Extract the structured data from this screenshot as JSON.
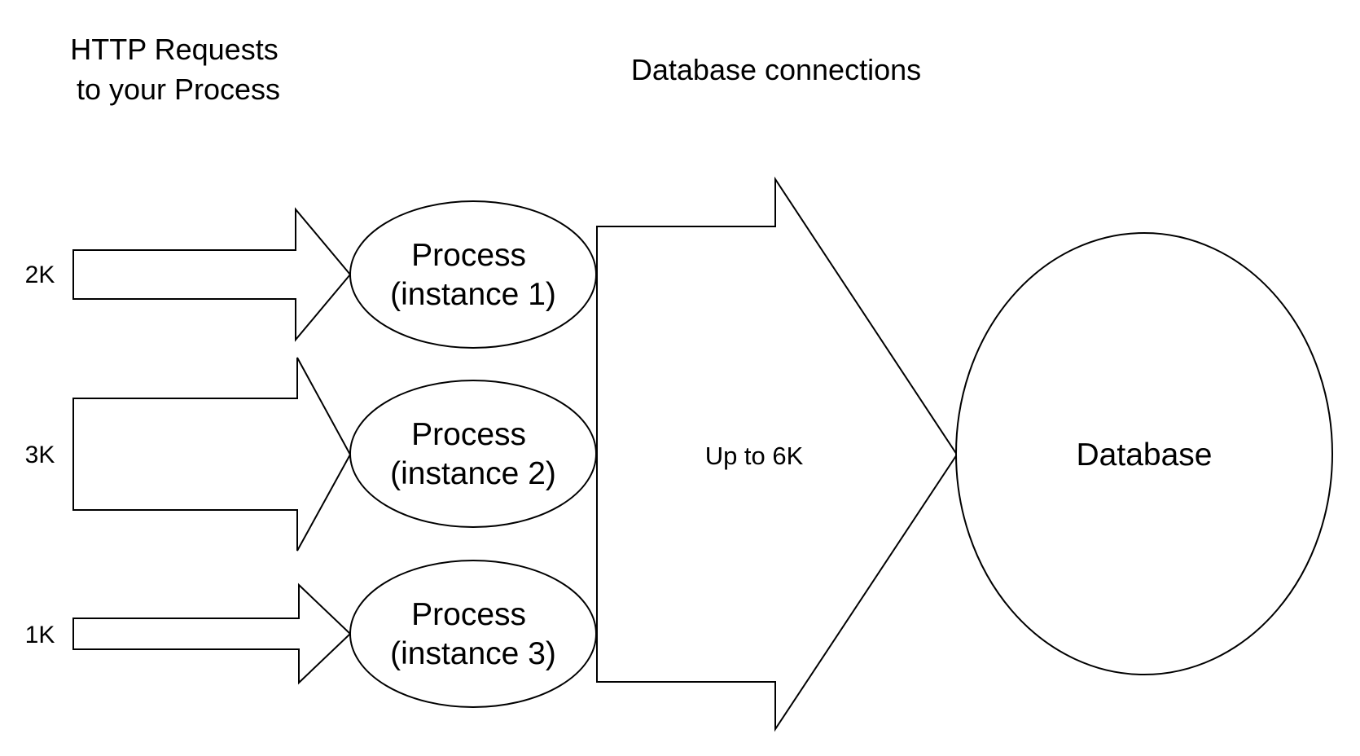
{
  "headings": {
    "requests_line1": "HTTP Requests",
    "requests_line2": "to your Process",
    "connections": "Database connections"
  },
  "requests": [
    {
      "count": "2K"
    },
    {
      "count": "3K"
    },
    {
      "count": "1K"
    }
  ],
  "processes": [
    {
      "line1": "Process",
      "line2": "(instance 1)"
    },
    {
      "line1": "Process",
      "line2": "(instance 2)"
    },
    {
      "line1": "Process",
      "line2": "(instance 3)"
    }
  ],
  "connections_arrow": {
    "label": "Up to 6K"
  },
  "database": {
    "label": "Database"
  }
}
